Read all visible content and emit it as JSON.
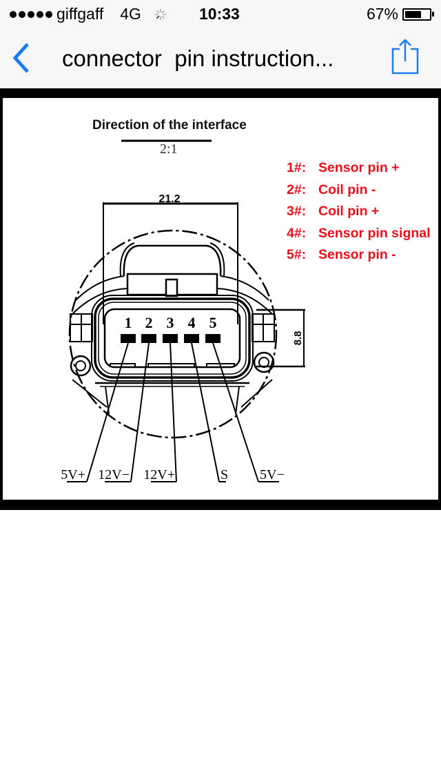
{
  "status_bar": {
    "signal_bars": 5,
    "carrier": "giffgaff",
    "network": "4G",
    "time": "10:33",
    "battery_percent_label": "67%",
    "battery_level": 0.67
  },
  "nav_bar": {
    "back_icon": "chevron-left-icon",
    "title": "connector  pin instruction...",
    "share_icon": "share-icon",
    "accent_color": "#1a7cf0"
  },
  "diagram": {
    "heading": "Direction of the interface",
    "scale": "2:1",
    "dimension_width": "21.2",
    "dimension_height": "8.8",
    "pin_numbers": [
      "1",
      "2",
      "3",
      "4",
      "5"
    ],
    "pin_legend": [
      {
        "num": "1#:",
        "desc": "Sensor pin +"
      },
      {
        "num": "2#:",
        "desc": "Coil pin -"
      },
      {
        "num": "3#:",
        "desc": "Coil pin +"
      },
      {
        "num": "4#:",
        "desc": "Sensor pin signal"
      },
      {
        "num": "5#:",
        "desc": "Sensor pin -"
      }
    ],
    "wire_labels": [
      "5V+",
      "12V−",
      "12V+",
      "S",
      "5V−"
    ],
    "legend_color": "#e8101a"
  }
}
